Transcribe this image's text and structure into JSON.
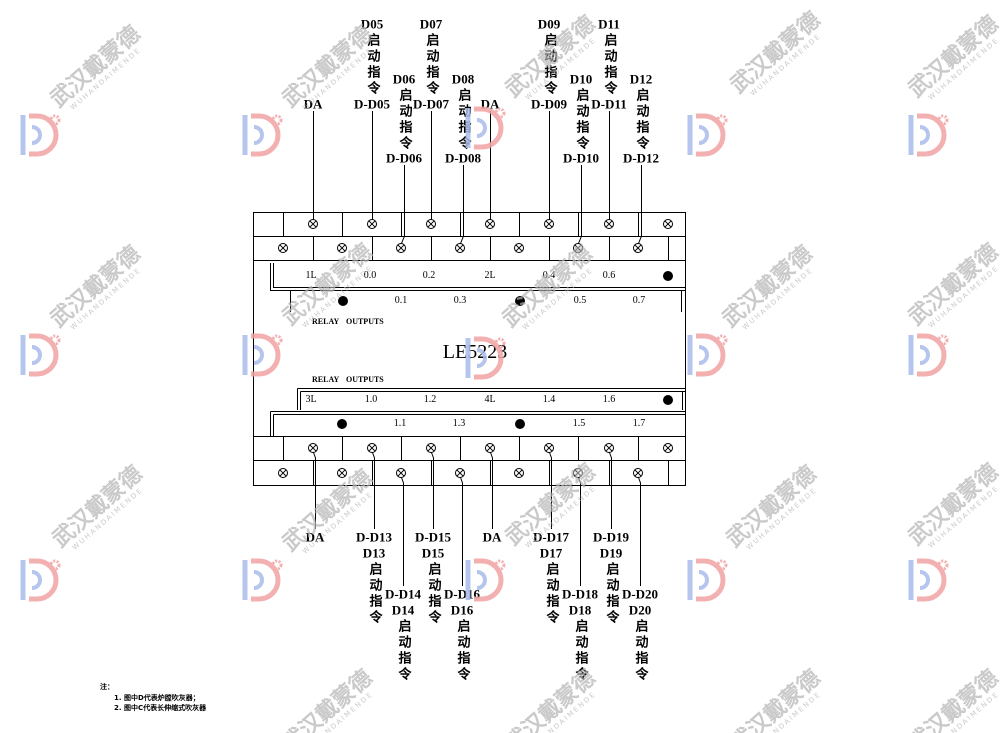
{
  "module": {
    "model": "LE5223",
    "upper_caption": "RELAY OUTPUTS",
    "lower_caption": "RELAY OUTPUTS",
    "upper_row1": [
      "1L",
      "0.0",
      "0.2",
      "2L",
      "0.4",
      "0.6"
    ],
    "upper_row2": [
      "0.1",
      "0.3",
      "0.5",
      "0.7"
    ],
    "lower_row1": [
      "3L",
      "1.0",
      "1.2",
      "4L",
      "1.4",
      "1.6"
    ],
    "lower_row2": [
      "1.1",
      "1.3",
      "1.5",
      "1.7"
    ]
  },
  "top_wires": [
    {
      "label": "DA"
    },
    {
      "label": "D-D05",
      "tag": "D05",
      "caption": "启动指令"
    },
    {
      "label": "D-D06",
      "tag": "D06",
      "caption": "启动指令"
    },
    {
      "label": "D-D07",
      "tag": "D07",
      "caption": "启动指令"
    },
    {
      "label": "D-D08",
      "tag": "D08",
      "caption": "启动指令"
    },
    {
      "label": "DA"
    },
    {
      "label": "D-D09",
      "tag": "D09",
      "caption": "启动指令"
    },
    {
      "label": "D-D10",
      "tag": "D10",
      "caption": "启动指令"
    },
    {
      "label": "D-D11",
      "tag": "D11",
      "caption": "启动指令"
    },
    {
      "label": "D-D12",
      "tag": "D12",
      "caption": "启动指令"
    }
  ],
  "bottom_wires": [
    {
      "label": "DA"
    },
    {
      "label": "D-D13",
      "tag": "D13",
      "caption": "启动指令"
    },
    {
      "label": "D-D14",
      "tag": "D14",
      "caption": "启动指令"
    },
    {
      "label": "D-D15",
      "tag": "D15",
      "caption": "启动指令"
    },
    {
      "label": "D-D16",
      "tag": "D16",
      "caption": "启动指令"
    },
    {
      "label": "DA"
    },
    {
      "label": "D-D17",
      "tag": "D17",
      "caption": "启动指令"
    },
    {
      "label": "D-D18",
      "tag": "D18",
      "caption": "启动指令"
    },
    {
      "label": "D-D19",
      "tag": "D19",
      "caption": "启动指令"
    },
    {
      "label": "D-D20",
      "tag": "D20",
      "caption": "启动指令"
    }
  ],
  "notes": {
    "heading": "注：",
    "items": [
      "1. 图中D代表炉膛吹灰器；",
      "2. 图中C代表长伸缩式吹灰器"
    ]
  },
  "watermark": {
    "text": "武汉戴蒙德",
    "subtext": "WUHANDAIMENDE"
  },
  "colors": {
    "line": "#000000",
    "watermark": "#b4b4b4",
    "logo_blue": "#a9bcec",
    "logo_pink": "#f2a3a3"
  }
}
